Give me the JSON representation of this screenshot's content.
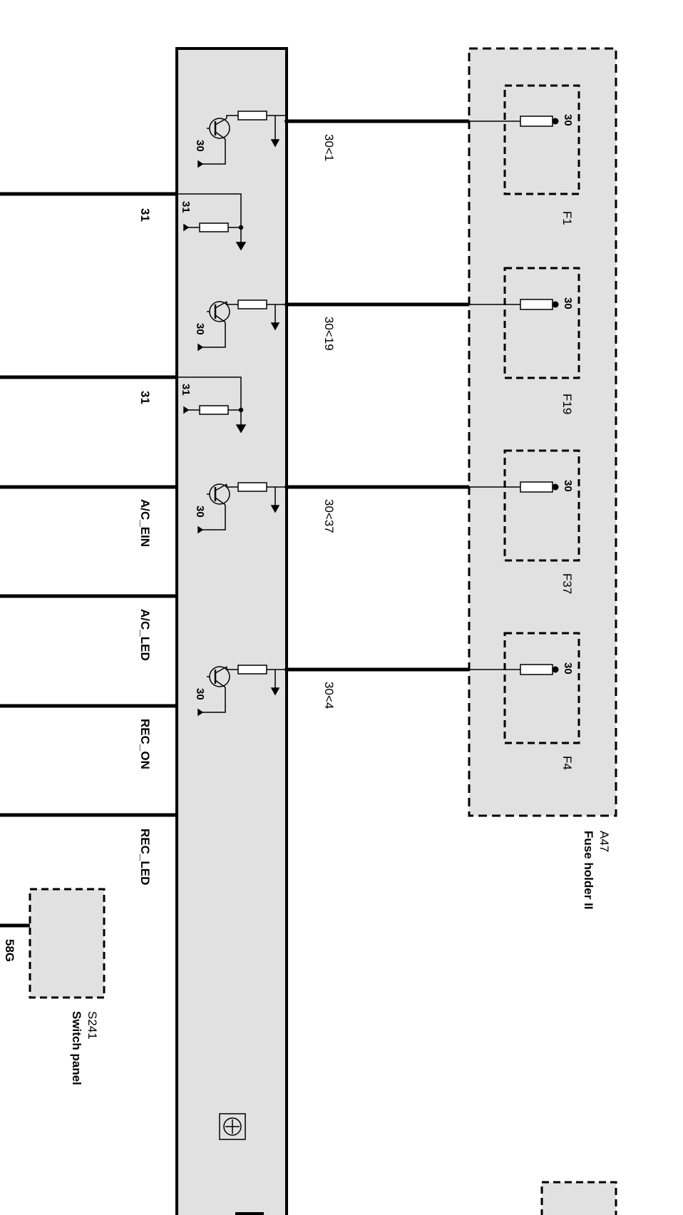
{
  "fuse_holder": {
    "id": "A47",
    "name": "Fuse holder II"
  },
  "switch_panel": {
    "id": "S241",
    "name": "Switch panel",
    "pin": "58G"
  },
  "fuses": [
    {
      "name": "F1",
      "pin": "30",
      "wire": "30<1"
    },
    {
      "name": "F19",
      "pin": "30",
      "wire": "30<19"
    },
    {
      "name": "F37",
      "pin": "30",
      "wire": "30<37"
    },
    {
      "name": "F4",
      "pin": "30",
      "wire": "30<4"
    }
  ],
  "transistor_pin": "30",
  "ground_pin": "31",
  "left_wires": [
    "31",
    "31",
    "A/C_EIN",
    "A/C_LED",
    "REC_ON",
    "REC_LED"
  ],
  "colors": {
    "module_fill": "#e1e1e1",
    "line": "#000000",
    "background": "#ffffff"
  }
}
